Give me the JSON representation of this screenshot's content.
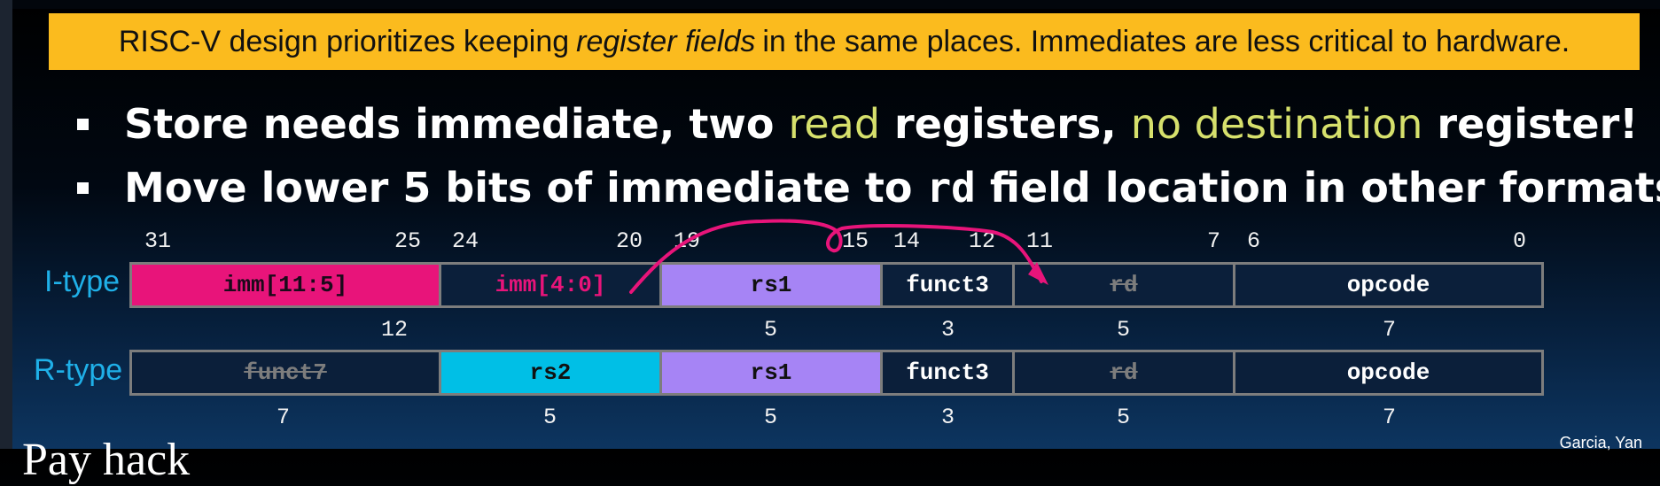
{
  "banner": {
    "text_before": "RISC-V design prioritizes keeping",
    "text_emph": "register fields",
    "text_after": "in the same places. Immediates are less critical to hardware."
  },
  "bullets": {
    "b1": {
      "p1": "Store needs immediate, two ",
      "hl1": "read",
      "p2": " registers, ",
      "hl2": "no destination",
      "p3": " register!"
    },
    "b2": {
      "p1": "Move lower 5 bits of immediate to ",
      "code": "rd",
      "p2": " field location in other formats:"
    }
  },
  "bit_positions": [
    "31",
    "25",
    "24",
    "20",
    "19",
    "15",
    "14",
    "12",
    "11",
    "7",
    "6",
    "0"
  ],
  "i_type": {
    "label": "I-type",
    "fields": [
      "imm[11:5]",
      "imm[4:0]",
      "rs1",
      "funct3",
      "rd",
      "opcode"
    ],
    "widths": [
      "12",
      "5",
      "3",
      "5",
      "7"
    ]
  },
  "r_type": {
    "label": "R-type",
    "fields": [
      "funct7",
      "rs2",
      "rs1",
      "funct3",
      "rd",
      "opcode"
    ],
    "widths": [
      "7",
      "5",
      "5",
      "3",
      "5",
      "7"
    ]
  },
  "footer": {
    "left": "Pay hack",
    "right": "Garcia, Yan"
  },
  "colors": {
    "banner": "#fbbb1e",
    "imm_pink": "#e8147a",
    "rs2_cyan": "#00bfe6",
    "rs1_purple": "#a684f5",
    "field_dark": "#0b1f3a",
    "type_label": "#1fb0e8",
    "highlight": "#d6e06c"
  }
}
